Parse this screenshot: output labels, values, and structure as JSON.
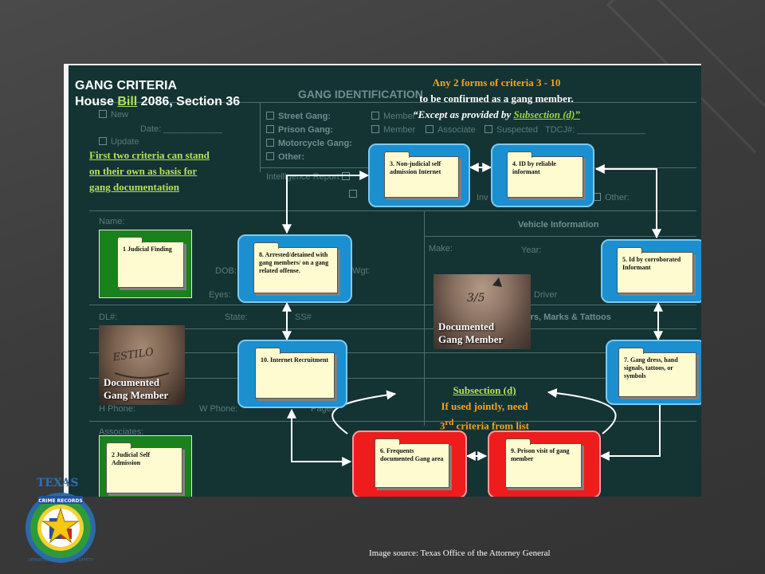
{
  "title": {
    "line1": "GANG CRITERIA",
    "line2_prefix": "House ",
    "line2_link": "Bill",
    "line2_suffix": " 2086, Section 36"
  },
  "top_note": {
    "line1": "Any 2 forms of criteria  3 - 10",
    "line2": "to be confirmed as a gang member.",
    "line3_prefix": "“Except as provided by ",
    "line3_link": "Subsection (d)”"
  },
  "left_note": "First two criteria can stand on their own as basis for gang documentation",
  "subsection_note": {
    "line1": "Subsection (d)",
    "line2": "If used jointly, need",
    "line3_prefix": "3",
    "line3_sup": "rd",
    "line3_suffix": " criteria from list"
  },
  "criteria": {
    "c1": "1 Judicial Finding",
    "c2": "2 Judicial Self Admission",
    "c3": "3. Non-judicial self admission Internet",
    "c4": "4. ID by reliable informant",
    "c5": "5. Id by corroborated Informant",
    "c6": "6. Frequents documented Gang area",
    "c7": "7. Gang dress, hand signals, tattoos, or symbols",
    "c8": "8. Arrested/detained with gang members/ on a gang related offense.",
    "c9": "9. Prison visit of gang member",
    "c10": "10. Internet Recruitment"
  },
  "photos": {
    "left_caption_1": "Documented",
    "left_caption_2": "Gang Member",
    "right_caption_1": "Documented",
    "right_caption_2": "Gang Member"
  },
  "form_background": {
    "heading": "GANG IDENTIFICATION",
    "new": "New",
    "update": "Update",
    "date": "Date:",
    "street_gang": "Street Gang:",
    "prison_gang": "Prison Gang:",
    "motorcycle_gang": "Motorcycle Gang:",
    "other": "Other:",
    "member1": "Member",
    "member2": "Member",
    "associate": "Associate",
    "suspected": "Suspected",
    "tdcj": "TDCJ#:",
    "intel_report": "Intelligence Report",
    "inv": "Inv",
    "other2": "Other:",
    "name": "Name:",
    "vehicle_info": "Vehicle Information",
    "make": "Make:",
    "year": "Year:",
    "dob": "DOB:",
    "wgt": "Wgt:",
    "eyes": "Eyes:",
    "driver": "Driver",
    "dl": "DL#:",
    "state": "State:",
    "ss": "SS#",
    "scars": "Scars, Marks & Tattoos",
    "h_phone": "H Phone:",
    "w_phone": "W Phone:",
    "pager": "Pager:",
    "associates": "Associates:"
  },
  "credit": "Image source: Texas Office of the Attorney General",
  "seal": {
    "top_text": "TEXAS",
    "band_text": "CRIME RECORDS",
    "outer_text": "DEPARTMENT OF PUBLIC SAFETY"
  },
  "colors": {
    "background": "#3b3b3b",
    "slide": "#143333",
    "title": "#ffffff",
    "accent_orange": "#f6a31c",
    "accent_green": "#b5e15b",
    "box_blue": "#1b8fd0",
    "box_red": "#ee1c1c",
    "box_green": "#19821a",
    "folder": "#fefbd0"
  }
}
